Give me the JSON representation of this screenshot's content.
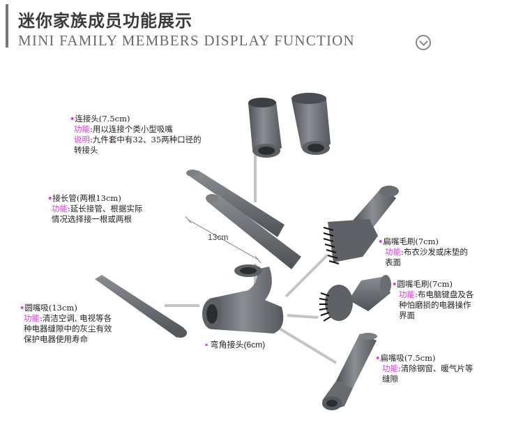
{
  "header": {
    "title_cn": "迷你家族成员功能展示",
    "title_en": "MINI FAMILY MEMBERS DISPLAY FUNCTION",
    "icon": "chevron-down-circle-icon"
  },
  "bullet": "•",
  "colors": {
    "accent": "#d53fcf",
    "part": "#6f7378",
    "rule": "#bdbdbd"
  },
  "parts": {
    "connector": {
      "title": "连接头(7.5cm)",
      "lines": [
        {
          "tag": "功能",
          "text": ":用以连接个类小型吸嘴"
        },
        {
          "tag": "说明",
          "text": ":九件套中有32、35两种口径的"
        },
        {
          "tag": "",
          "text": "转接头"
        }
      ]
    },
    "extension": {
      "title": "接长管(两根13cm)",
      "lines": [
        {
          "tag": "功能",
          "text": ":延长接管、根据实际"
        },
        {
          "tag": "",
          "text": "情况选择接一根或两根"
        }
      ]
    },
    "round_nozzle": {
      "title": "圆嘴吸(13cm)",
      "lines": [
        {
          "tag": "功能",
          "text": ":清洁空调, 电视等各"
        },
        {
          "tag": "",
          "text": "种电器缝隙中的灰尘有效"
        },
        {
          "tag": "",
          "text": "保护电器使用寿命"
        }
      ]
    },
    "flat_brush": {
      "title": "扁嘴毛刷(7cm)",
      "lines": [
        {
          "tag": "功能",
          "text": ":布衣沙发或床垫的"
        },
        {
          "tag": "",
          "text": "表面"
        }
      ]
    },
    "round_brush": {
      "title": "圆嘴毛刷(7cm)",
      "lines": [
        {
          "tag": "功能",
          "text": ":布电脑键盘及各"
        },
        {
          "tag": "",
          "text": "种怕磨损的电器操作"
        },
        {
          "tag": "",
          "text": "界面"
        }
      ]
    },
    "flat_nozzle": {
      "title": "扁嘴吸(7.5cm)",
      "lines": [
        {
          "tag": "功能",
          "text": ":清除钢窗、暖气片等"
        },
        {
          "tag": "",
          "text": "缝隙"
        }
      ]
    },
    "elbow": {
      "title": "弯角接头(6cm)"
    }
  },
  "dimension_label": "13cm"
}
